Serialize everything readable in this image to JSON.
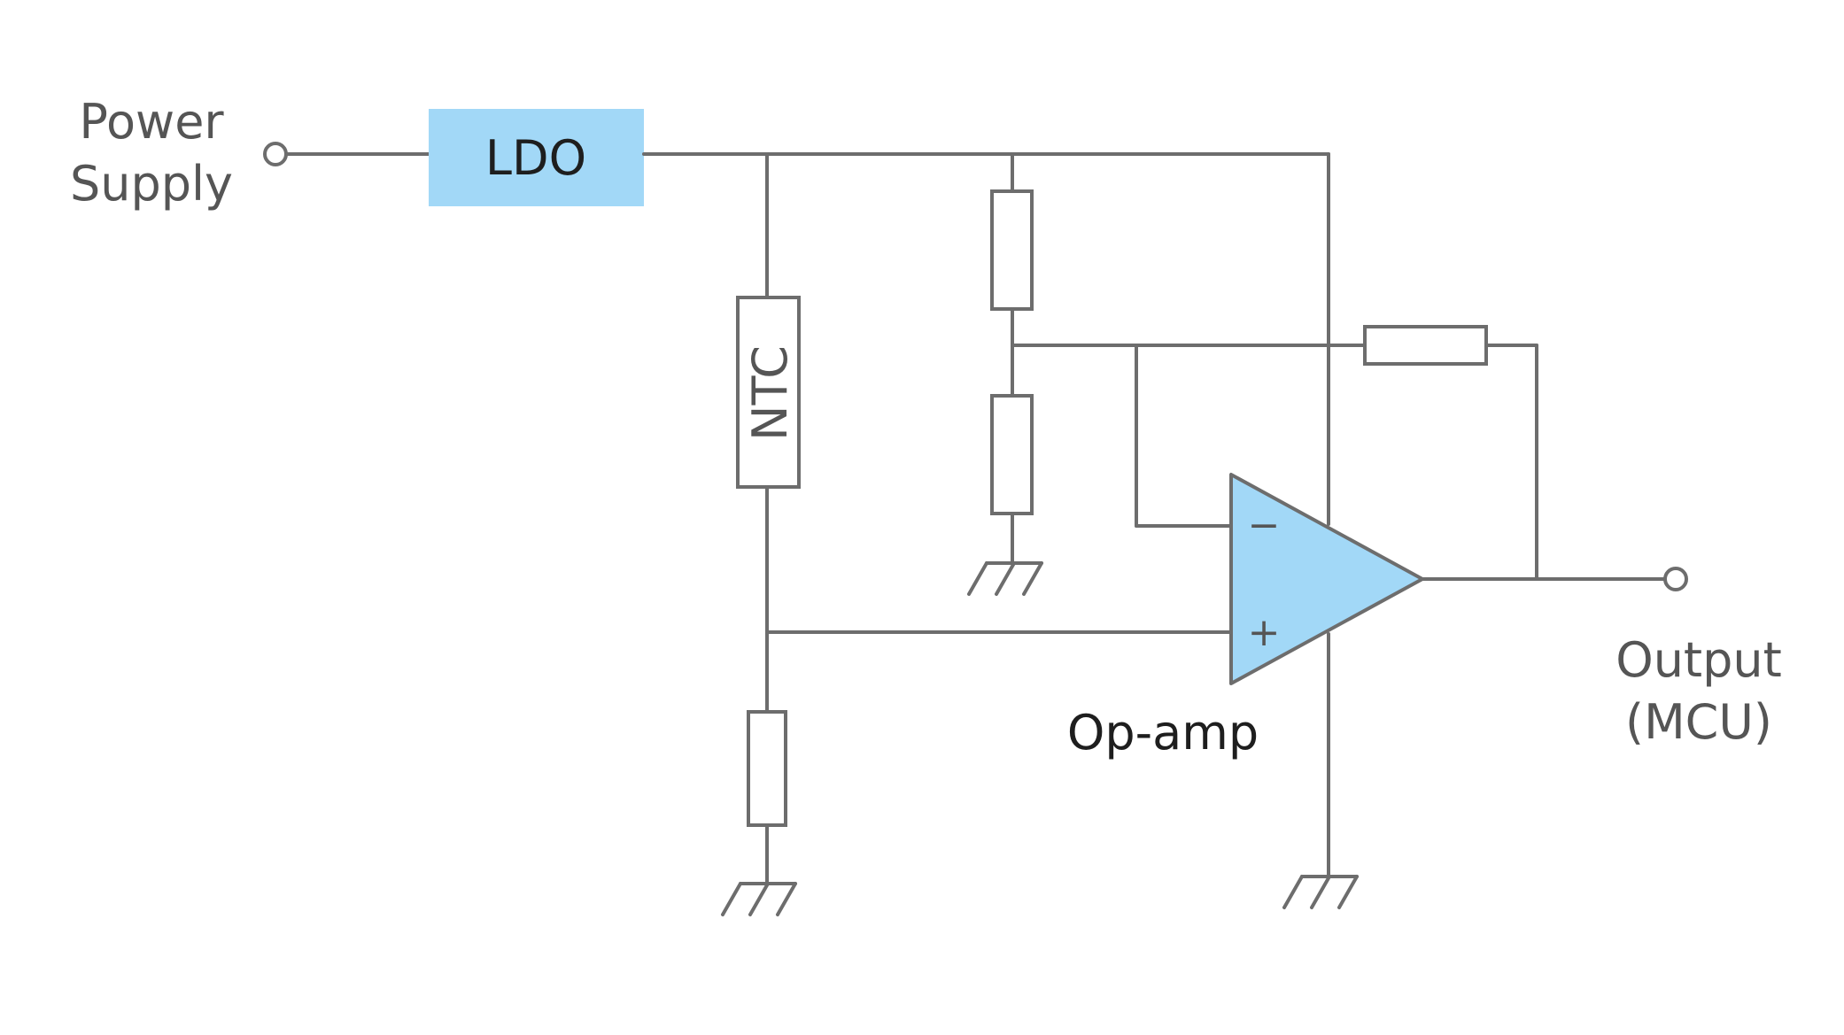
{
  "colors": {
    "wire": "#6d6d6d",
    "accent_fill": "#a2d8f7",
    "text": "#555555",
    "text_dark": "#1e1e1e"
  },
  "labels": {
    "power_supply_line1": "Power",
    "power_supply_line2": "Supply",
    "ldo": "LDO",
    "ntc": "NTC",
    "op_amp": "Op-amp",
    "output_line1": "Output",
    "output_line2": "(MCU)",
    "minus_sign": "−",
    "plus_sign": "+"
  }
}
